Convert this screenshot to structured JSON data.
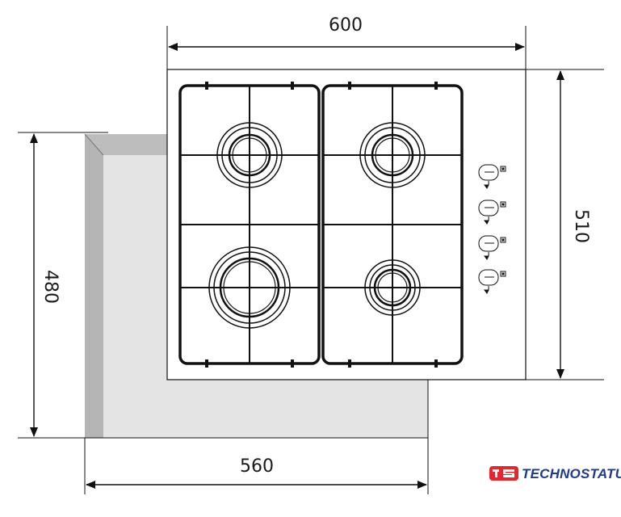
{
  "dimensions": {
    "hob_width": "600",
    "hob_depth": "510",
    "cutout_width": "560",
    "cutout_depth": "480"
  },
  "brand": {
    "name": "TECHNOSTATUS",
    "logo_color": "#e0282e",
    "text_color": "#1f3a8c"
  },
  "burners": [
    "small-burner",
    "small-burner",
    "large-burner",
    "medium-burner"
  ],
  "controls": [
    "knob-1",
    "knob-2",
    "knob-3",
    "knob-4"
  ],
  "colors": {
    "line": "#111111",
    "countertop_top": "#bdbdbd",
    "countertop_face": "#e3e3e3",
    "countertop_edge": "#b6b6b6"
  }
}
